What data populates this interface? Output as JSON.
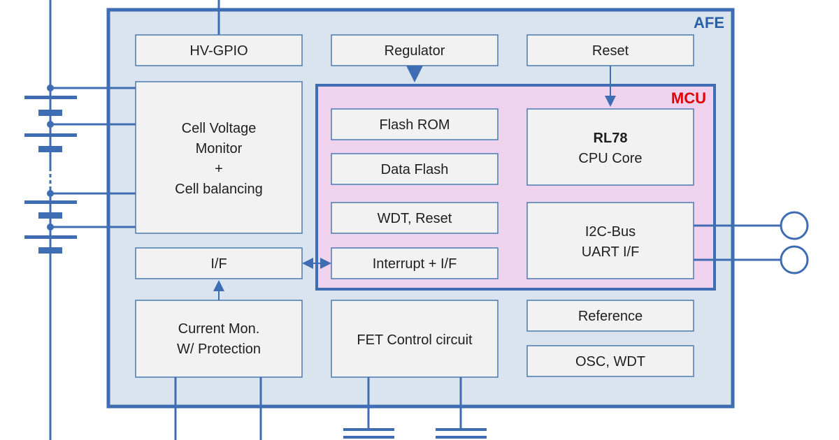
{
  "colors": {
    "afe_fill": "#dae4ef",
    "afe_border": "#3f6db3",
    "mcu_fill": "#efd3ee",
    "mcu_border": "#3f6db3",
    "afe_label": "#2a5fa8",
    "mcu_label": "#e00000",
    "wire": "#3f6db3"
  },
  "afe": {
    "label": "AFE"
  },
  "mcu": {
    "label": "MCU"
  },
  "blocks": {
    "hv_gpio": "HV-GPIO",
    "regulator": "Regulator",
    "reset_top": "Reset",
    "cell_monitor": [
      "Cell Voltage",
      "Monitor",
      "+",
      "Cell balancing"
    ],
    "flash_rom": "Flash ROM",
    "data_flash": "Data Flash",
    "wdt_reset": "WDT, Reset",
    "interrupt_if": "Interrupt + I/F",
    "cpu_core": {
      "name": "RL78",
      "sub": "CPU Core"
    },
    "i2c_uart": [
      "I2C-Bus",
      "UART I/F"
    ],
    "if_block": "I/F",
    "current_mon": [
      "Current Mon.",
      "W/ Protection"
    ],
    "fet_control": "FET Control circuit",
    "reference": "Reference",
    "osc_wdt": "OSC, WDT"
  }
}
